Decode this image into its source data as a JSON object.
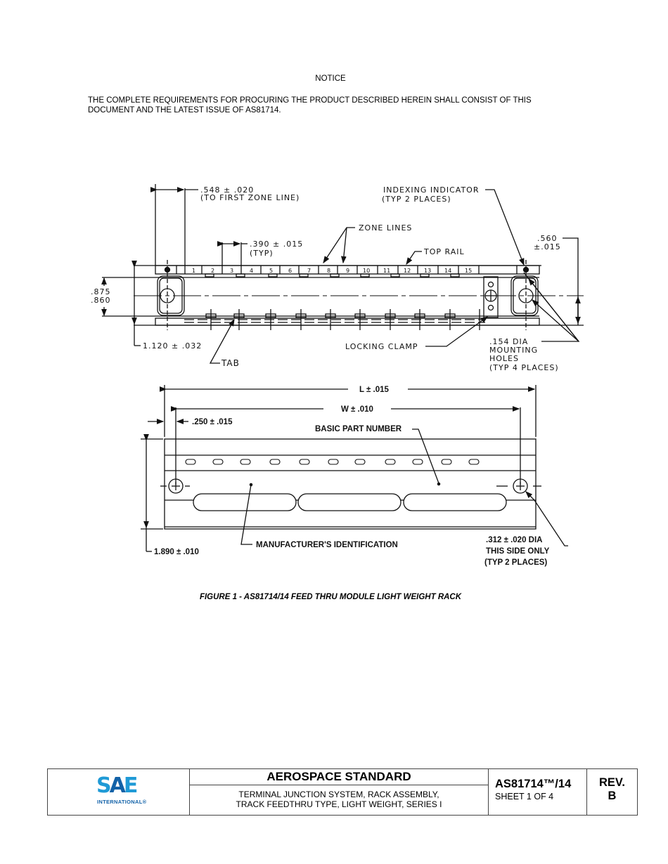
{
  "notice": {
    "title": "NOTICE",
    "body": "THE COMPLETE REQUIREMENTS FOR PROCURING THE PRODUCT DESCRIBED HEREIN SHALL CONSIST OF THIS DOCUMENT AND THE LATEST ISSUE OF AS81714."
  },
  "top_view": {
    "dim_first_zone": ".548 ± .020",
    "dim_first_zone_note": "(TO FIRST ZONE LINE)",
    "dim_zone_pitch": ".390 ± .015",
    "dim_zone_pitch_note": "(TYP)",
    "zone_lines_label": "ZONE LINES",
    "top_rail_label": "TOP RAIL",
    "indexing_indicator_label": "INDEXING INDICATOR",
    "indexing_indicator_note": "(TYP 2 PLACES)",
    "dim_right_height": ".560",
    "dim_right_height_tol": "±.015",
    "dim_inner_height_max": ".875",
    "dim_inner_height_min": ".860",
    "dim_overall_height": "1.120 ± .032",
    "tab_label": "TAB",
    "locking_clamp_label": "LOCKING CLAMP",
    "mounting_holes_1": ".154 DIA",
    "mounting_holes_2": "MOUNTING",
    "mounting_holes_3": "HOLES",
    "mounting_holes_4": "(TYP 4 PLACES)",
    "zone_numbers": [
      "1",
      "2",
      "3",
      "4",
      "5",
      "6",
      "7",
      "8",
      "9",
      "10",
      "11",
      "12",
      "13",
      "14",
      "15"
    ]
  },
  "side_view": {
    "dim_length": "L ± .015",
    "dim_width": "W ± .010",
    "dim_edge": ".250 ± .015",
    "basic_part_number_label": "BASIC PART NUMBER",
    "manufacturer_id_label": "MANUFACTURER'S IDENTIFICATION",
    "dim_height": "1.890 ± .010",
    "hole_dia_1": ".312 ±  .020 DIA",
    "hole_dia_2": "THIS SIDE ONLY",
    "hole_dia_3": "(TYP 2 PLACES)"
  },
  "figure_caption": "FIGURE 1 - AS81714/14 FEED THRU MODULE LIGHT WEIGHT RACK",
  "title_block": {
    "logo_text": "SAE",
    "logo_sub": "INTERNATIONAL®",
    "standard_type": "AEROSPACE STANDARD",
    "title_line1": "TERMINAL JUNCTION SYSTEM, RACK ASSEMBLY,",
    "title_line2": "TRACK FEEDTHRU TYPE, LIGHT WEIGHT, SERIES I",
    "doc_number": "AS81714™/14",
    "sheet": "SHEET 1 OF 4",
    "rev_label": "REV.",
    "rev_value": "B"
  }
}
